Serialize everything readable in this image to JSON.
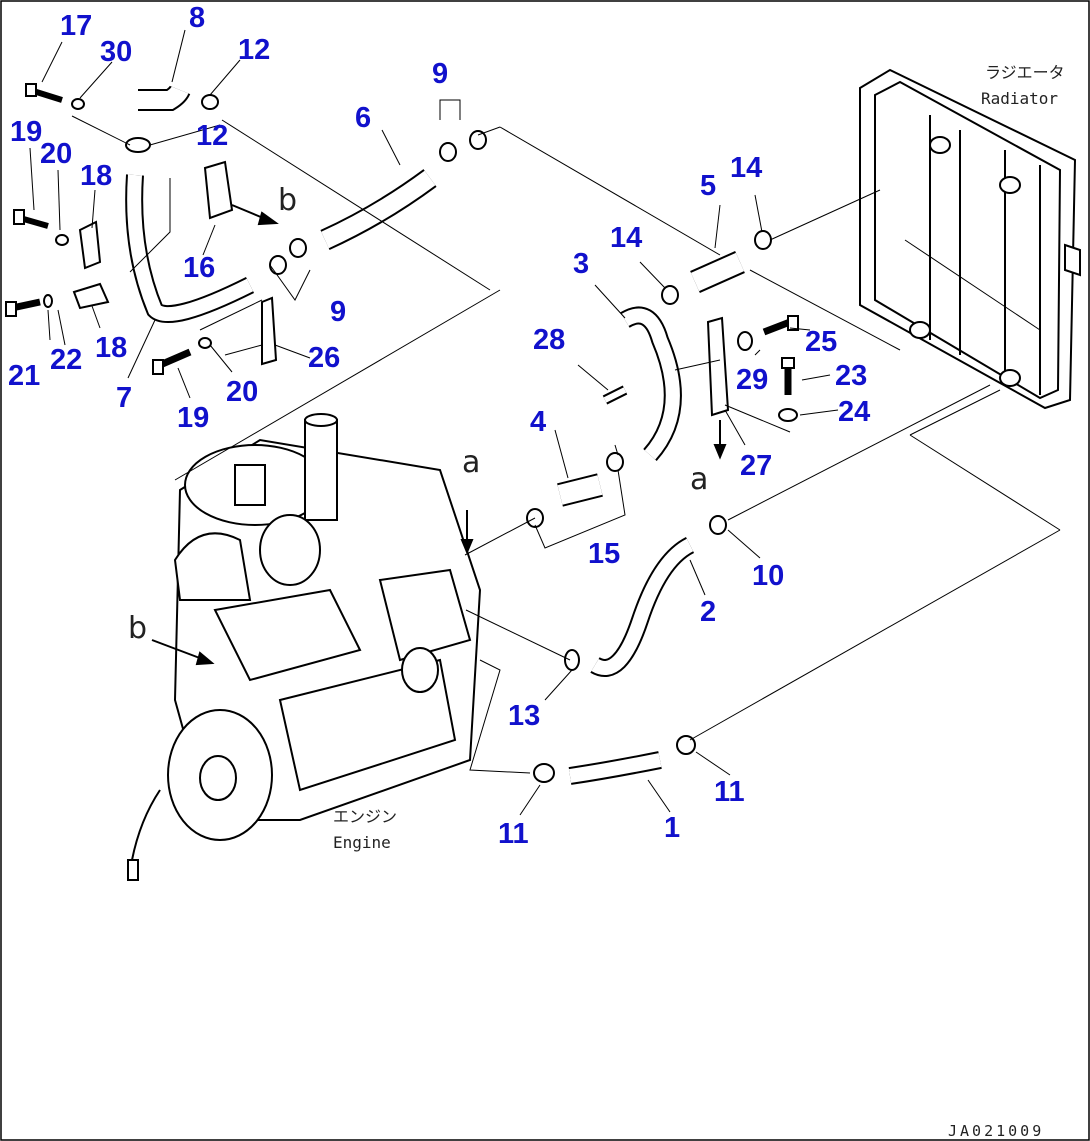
{
  "diagram_code": "JA021009",
  "components": {
    "radiator": {
      "label_jp": "ラジエータ",
      "label_en": "Radiator"
    },
    "engine": {
      "label_jp": "エンジン",
      "label_en": "Engine"
    }
  },
  "view_markers": {
    "a": "a",
    "b": "b"
  },
  "callouts": [
    "17",
    "8",
    "30",
    "12",
    "12",
    "9",
    "19",
    "20",
    "18",
    "6",
    "16",
    "9",
    "7",
    "21",
    "22",
    "18",
    "19",
    "20",
    "26",
    "5",
    "14",
    "14",
    "3",
    "28",
    "25",
    "29",
    "23",
    "24",
    "27",
    "4",
    "15",
    "10",
    "2",
    "13",
    "11",
    "1",
    "11"
  ],
  "colors": {
    "callout": "#1111cc",
    "line": "#000000",
    "background": "#ffffff"
  }
}
